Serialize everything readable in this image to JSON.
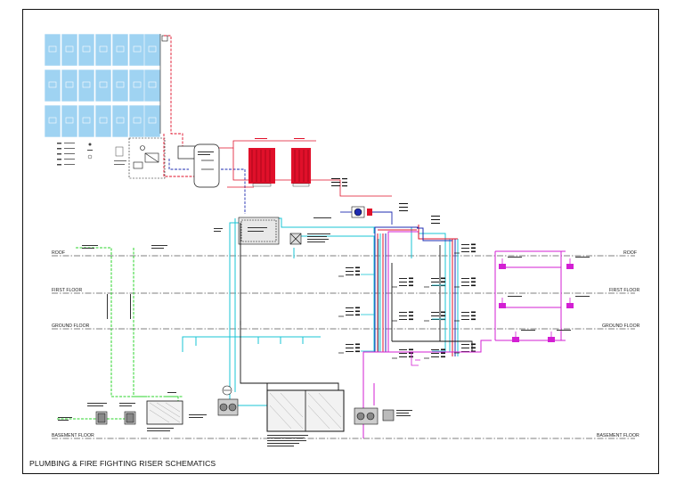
{
  "drawing": {
    "title": "PLUMBING & FIRE FIGHTING RISER SCHEMATICS",
    "levels": {
      "roof": "ROOF",
      "first_floor": "FIRST FLOOR",
      "ground_floor": "GROUND FLOOR",
      "basement_floor": "BASEMENT FLOOR"
    }
  },
  "colors": {
    "cold_water": "#19c4d6",
    "hot_water": "#e0102a",
    "return_water": "#1d2bb0",
    "irrigation": "#2ed42e",
    "fire_fighting": "#d31fd3",
    "drainage": "#111111",
    "solar_panel": "#9fd3f2"
  },
  "legend_symbols": [
    "valve-icon",
    "pump-icon",
    "tank-icon",
    "meter-icon",
    "strainer-icon"
  ]
}
